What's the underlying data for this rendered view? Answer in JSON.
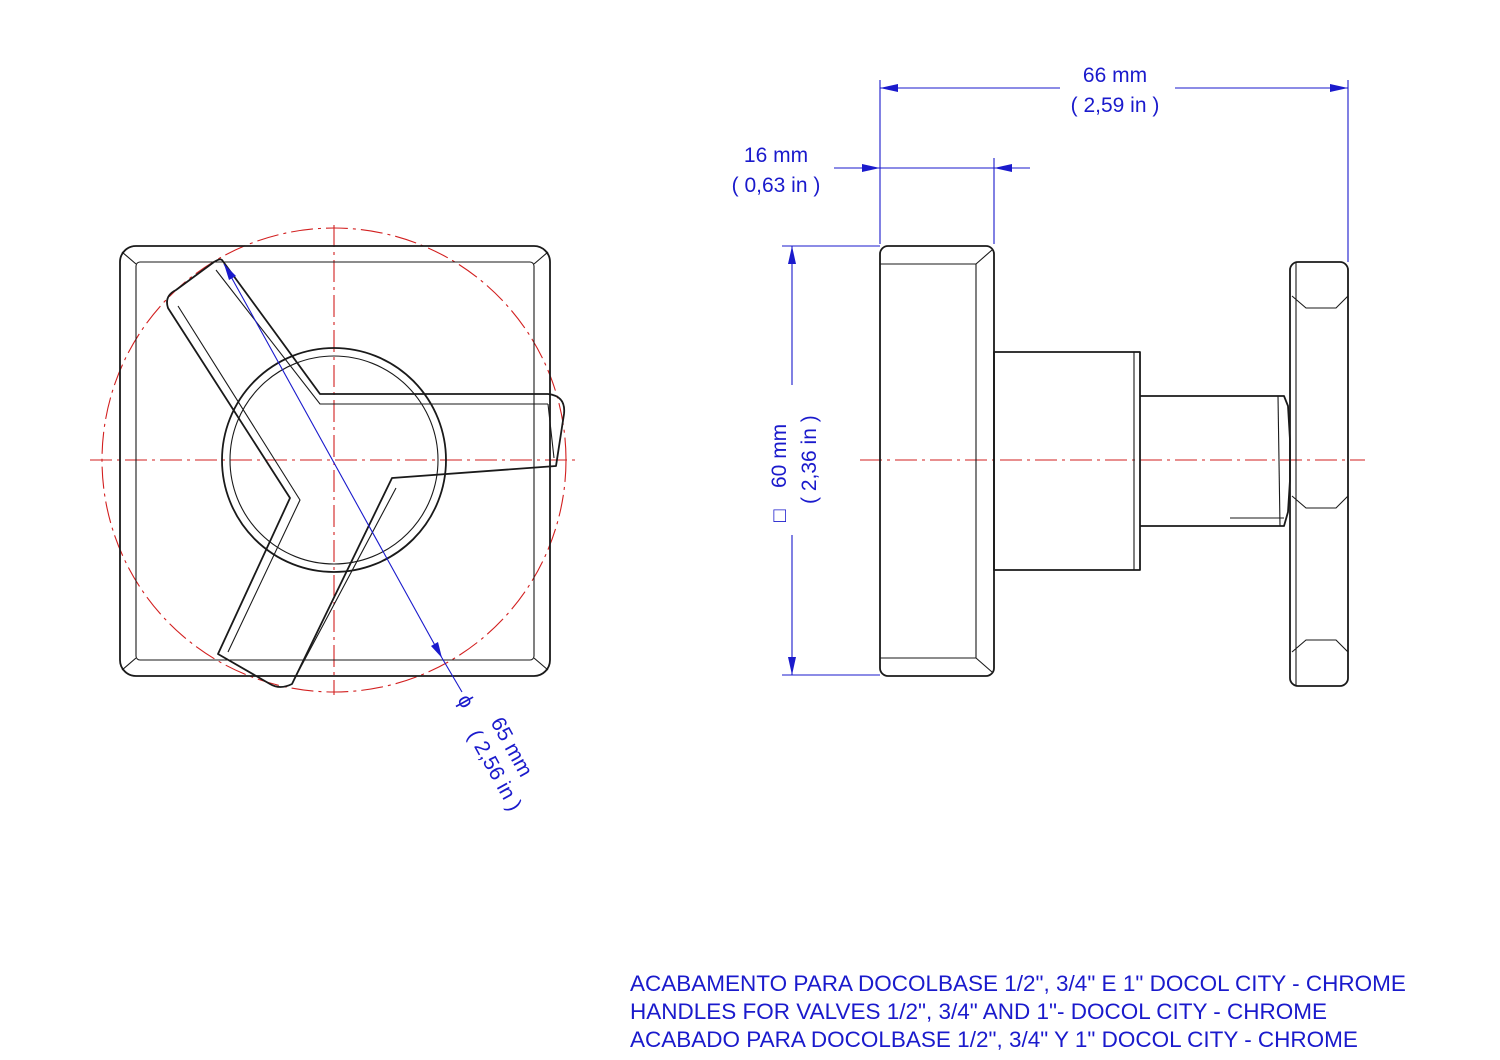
{
  "dimensions": {
    "overall_depth": {
      "metric": "66 mm",
      "imperial": "( 2,59 in )"
    },
    "base_depth": {
      "metric": "16 mm",
      "imperial": "( 0,63 in )"
    },
    "base_side": {
      "symbol": "□",
      "metric": "60 mm",
      "imperial": "( 2,36 in )"
    },
    "handle_diameter": {
      "symbol": "ɸ",
      "metric": "65 mm",
      "imperial": "( 2,56 in )"
    }
  },
  "title_lines": [
    "ACABAMENTO PARA DOCOLBASE 1/2\", 3/4\" E 1\" DOCOL CITY - CHROME",
    "HANDLES FOR VALVES 1/2\", 3/4\" AND 1\"- DOCOL CITY - CHROME",
    "ACABADO PARA DOCOLBASE 1/2\", 3/4\" Y 1\" DOCOL CITY - CHROME"
  ],
  "colors": {
    "outline": "#1a1a1a",
    "centerline": "#d21f1f",
    "dimension": "#1a1acc"
  }
}
